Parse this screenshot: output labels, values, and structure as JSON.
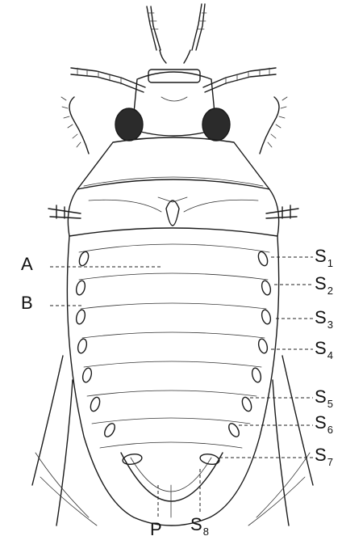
{
  "labels": {
    "A": "A",
    "B": "B",
    "P": "P",
    "spiracles": [
      {
        "letter": "S",
        "sub": "1"
      },
      {
        "letter": "S",
        "sub": "2"
      },
      {
        "letter": "S",
        "sub": "3"
      },
      {
        "letter": "S",
        "sub": "4"
      },
      {
        "letter": "S",
        "sub": "5"
      },
      {
        "letter": "S",
        "sub": "6"
      },
      {
        "letter": "S",
        "sub": "7"
      },
      {
        "letter": "S",
        "sub": "8"
      }
    ]
  },
  "colors": {
    "ink": "#1a1a1a",
    "paper": "#ffffff"
  }
}
